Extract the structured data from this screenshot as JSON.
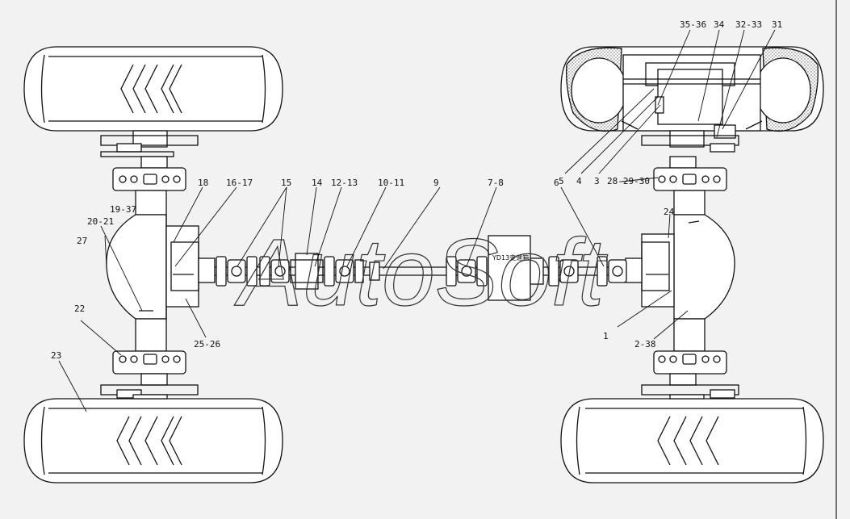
{
  "diagram": {
    "gearbox_label": "YD13变速箱",
    "watermark": "AutoSoft",
    "callouts": {
      "c1": "1",
      "c2_38": "2-38",
      "c3": "3",
      "c4": "4",
      "c5": "5",
      "c6": "6",
      "c7_8": "7-8",
      "c9": "9",
      "c10_11": "10-11",
      "c12_13": "12-13",
      "c14": "14",
      "c15": "15",
      "c16_17": "16-17",
      "c18": "18",
      "c19_37": "19-37",
      "c20_21": "20-21",
      "c22": "22",
      "c23": "23",
      "c24": "24",
      "c25_26": "25-26",
      "c27": "27",
      "c28_29_30": "28-29-30",
      "c31": "31",
      "c32_33": "32-33",
      "c34": "34",
      "c35_36": "35-36"
    }
  }
}
